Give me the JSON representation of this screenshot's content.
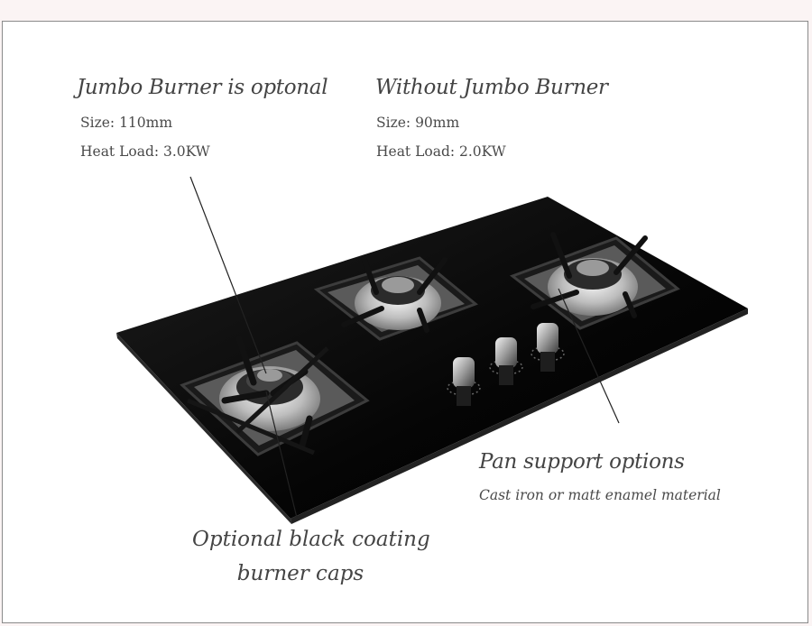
{
  "jumbo": {
    "title": "Jumbo Burner is optonal",
    "size": "Size: 110mm",
    "heat": "Heat Load: 3.0KW"
  },
  "without": {
    "title": "Without Jumbo Burner",
    "size": "Size: 90mm",
    "heat": "Heat Load: 2.0KW"
  },
  "pan": {
    "title": "Pan support options",
    "subtitle": "Cast iron or matt enamel material"
  },
  "caps": {
    "line1": "Optional black coating",
    "line2": "burner caps"
  },
  "colors": {
    "glass": "#0b0b0b",
    "steel": "#c9c9c9",
    "frame_border": "#8a8a8a"
  }
}
